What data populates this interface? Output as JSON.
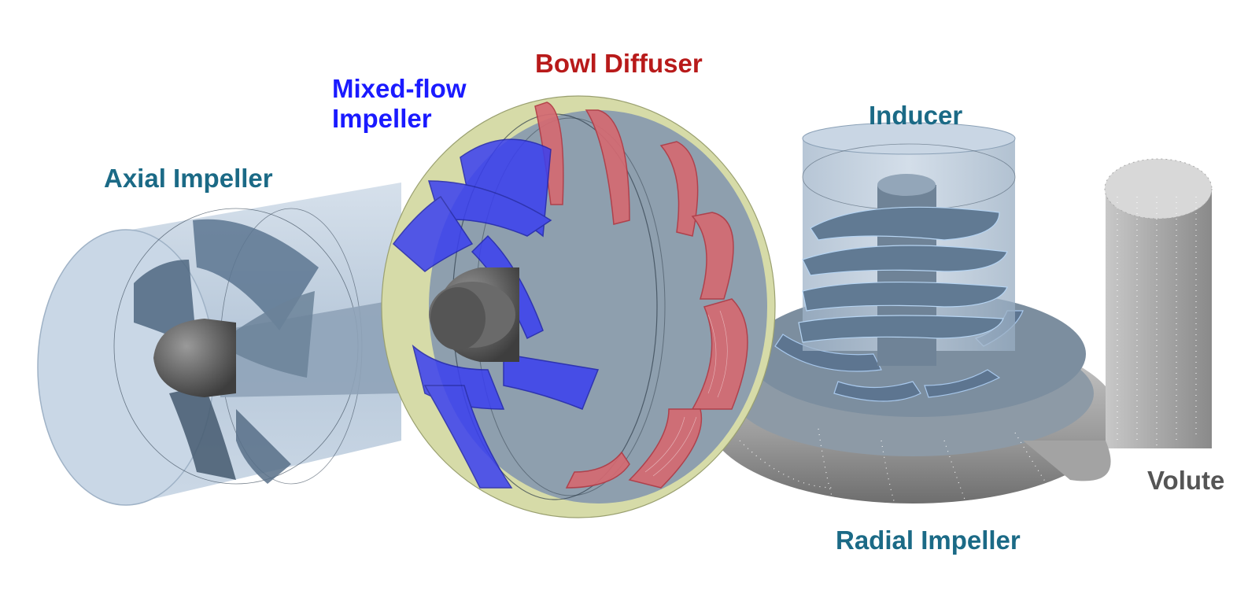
{
  "labels": {
    "axial_impeller": "Axial Impeller",
    "mixed_flow_line1": "Mixed-flow",
    "mixed_flow_line2": "Impeller",
    "bowl_diffuser": "Bowl Diffuser",
    "inducer": "Inducer",
    "volute": "Volute",
    "radial_impeller": "Radial Impeller"
  },
  "colors": {
    "teal_label": "#1b6a86",
    "blue_label": "#1a1aff",
    "red_label": "#b81a1a",
    "gray_label": "#555555",
    "housing_blue": "#b9ccdf",
    "blade_blue": "#3a3ff0",
    "diffuser_red": "#d46a72",
    "shroud_green": "#d6dba8",
    "volute_gray": "#b5b5b5",
    "hub_dark": "#6a6a6a"
  }
}
